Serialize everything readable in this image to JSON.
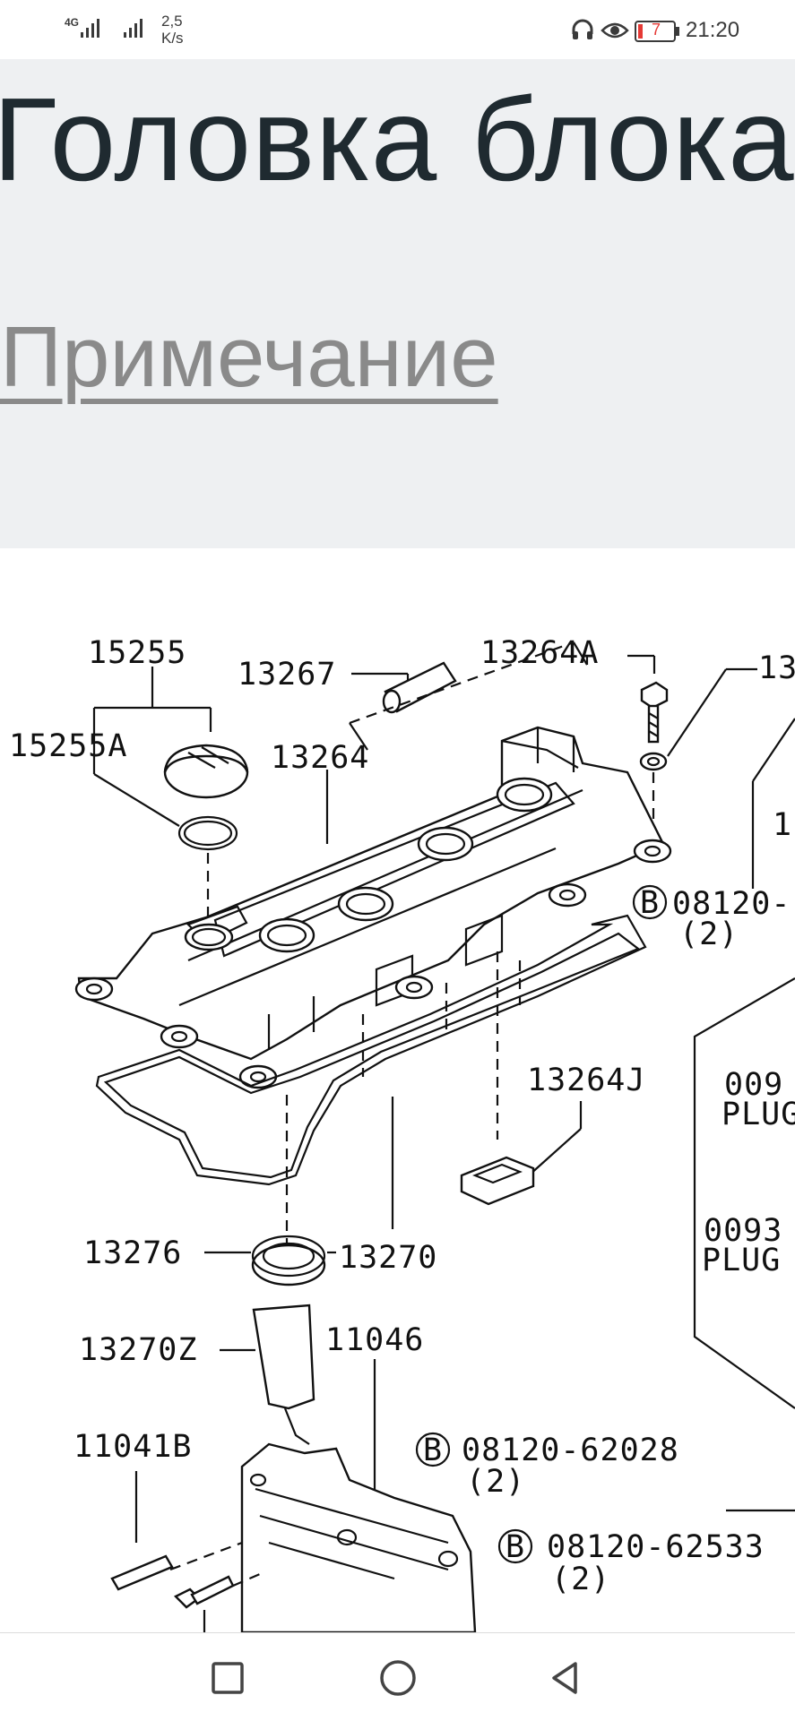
{
  "status_bar": {
    "network_1": "4G",
    "network_2": "",
    "speed_value": "2,5",
    "speed_unit": "K/s",
    "battery": "7",
    "time": "21:20",
    "icons": [
      "signal-icon",
      "signal-icon",
      "headset-icon",
      "eye-icon",
      "battery-icon"
    ]
  },
  "header": {
    "title": "Головка блока",
    "note_link": "Примечание"
  },
  "diagram": {
    "labels": {
      "p15255": "15255",
      "p15255A": "15255A",
      "p13267": "13267",
      "p13264A": "13264A",
      "p13_cut": "13",
      "p13264": "13264",
      "p1_cut": "1(",
      "bolt1": "08120-",
      "bolt1_qty": "(2)",
      "p13264J": "13264J",
      "plug1_num": "009",
      "plug1_word": "PLUG",
      "plug2_num": "0093",
      "plug2_word": "PLUG",
      "p13276": "13276",
      "p13270": "13270",
      "p13270Z": "13270Z",
      "p11046": "11046",
      "p11041B": "11041B",
      "bolt2": "08120-62028",
      "bolt2_qty": "(2)",
      "bolt3": "08120-62533",
      "bolt3_qty": "(2)",
      "circle_letter": "B"
    }
  },
  "nav_bar": {
    "buttons": [
      "recents-square-icon",
      "home-circle-icon",
      "back-triangle-icon"
    ]
  }
}
